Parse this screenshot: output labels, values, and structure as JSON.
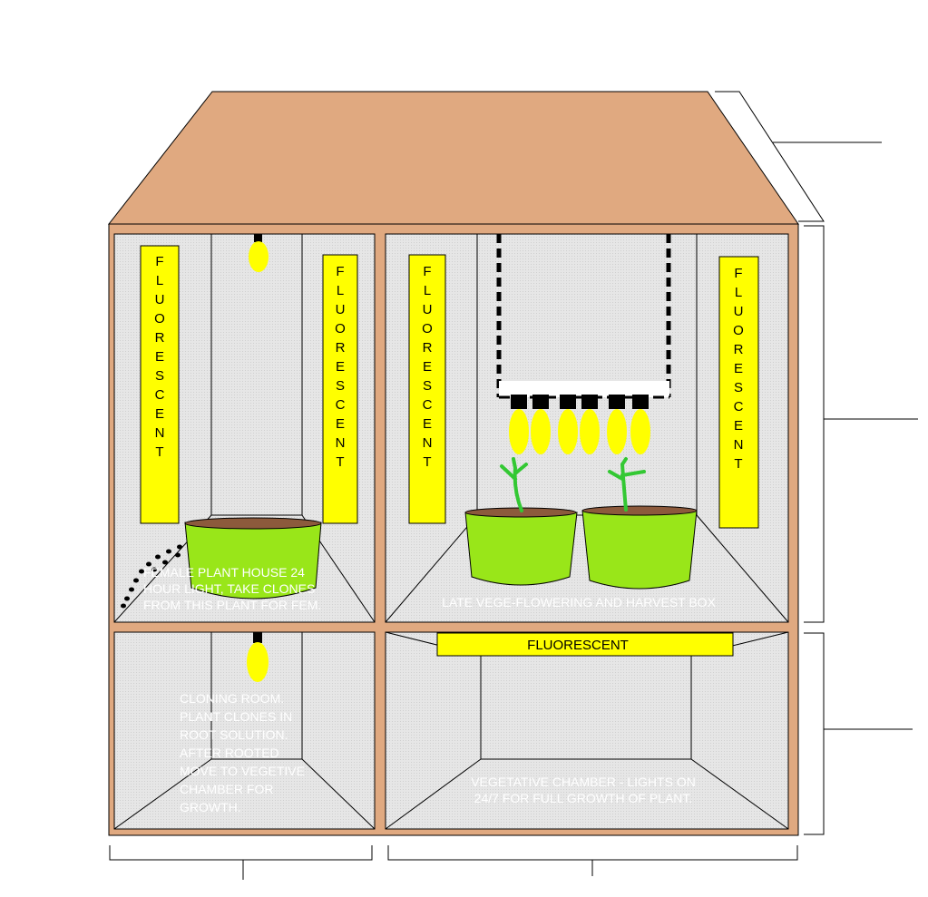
{
  "colors": {
    "wood": "#e0a980",
    "wood_stroke": "#000000",
    "chamber": "#e4e4e4",
    "fluorescent": "#ffff00",
    "pot": "#99e619",
    "soil": "#8c5a3c",
    "plant": "#33c833",
    "caption": "#ffffff"
  },
  "icons": {
    "bulb": "bulb-icon",
    "plant": "plant-icon",
    "pot": "pot-icon"
  },
  "labels": {
    "fluorescent_left_1": "FLUORESCENT",
    "fluorescent_left_2": "FLUORESCENT",
    "fluorescent_right_1": "FLUORESCENT",
    "fluorescent_right_2": "FLUORESCENT",
    "fluorescent_bottom": "FLUORESCENT"
  },
  "captions": {
    "mother_room": [
      "FEMALE PLANT HOUSE 24",
      "HOUR LIGHT, TAKE CLONES",
      "FROM THIS PLANT FOR FEM."
    ],
    "flower_room": [
      "LATE VEGE-FLOWERING AND HARVEST BOX"
    ],
    "clone_room": [
      "CLONING ROOM.",
      "PLANT CLONES IN",
      "ROOT SOLUTION.",
      "AFTER ROOTED",
      "MOVE TO VEGETIVE",
      "CHAMBER FOR",
      "GROWTH."
    ],
    "veg_room": [
      "VEGETATIVE CHAMBER - LIGHTS ON",
      "24/7 FOR FULL GROWTH OF PLANT."
    ]
  }
}
